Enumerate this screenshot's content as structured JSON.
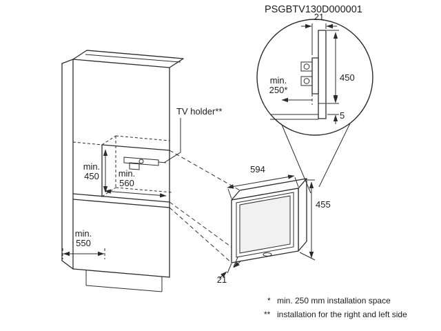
{
  "title": "PSGBTV130D000001",
  "cabinet": {
    "tv_holder_label": "TV holder**",
    "niche_height": {
      "prefix": "min.",
      "value": "450"
    },
    "niche_width": {
      "prefix": "min.",
      "value": "560"
    },
    "depth": {
      "prefix": "min.",
      "value": "550"
    }
  },
  "appliance": {
    "width": "594",
    "height": "455",
    "frame_depth": "21"
  },
  "detail_view": {
    "panel_width": "21",
    "mount_height": "450",
    "gap": "5",
    "clearance": {
      "prefix": "min.",
      "value": "250*"
    }
  },
  "footnotes": {
    "first": {
      "marker": "*",
      "text": "min. 250 mm installation space"
    },
    "second": {
      "marker": "**",
      "text": "installation for the right and left side"
    }
  },
  "colors": {
    "line": "#2b2b2b",
    "background": "#ffffff"
  }
}
